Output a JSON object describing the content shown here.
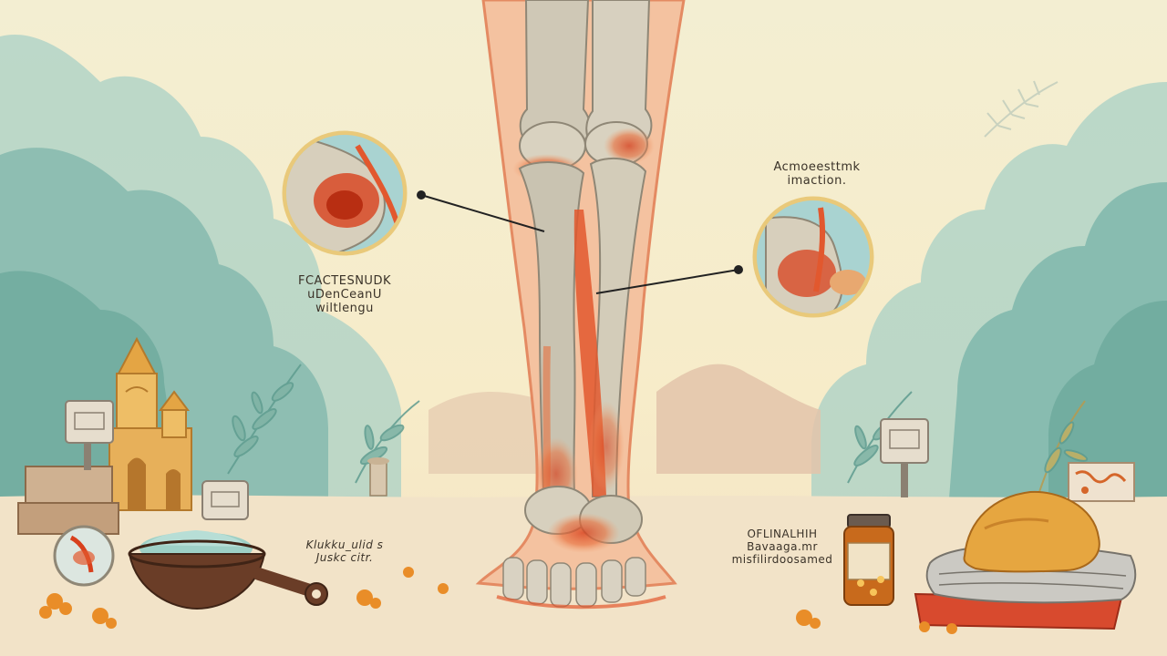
{
  "image": {
    "style": "watercolor medical illustration",
    "palette": {
      "sky": "#f6ecc6",
      "foliage": "#8fc1b8",
      "foliage_dark": "#5f9c93",
      "ground": "#f1e2c6",
      "bone": "#cfc8b6",
      "skin": "#f2b08e",
      "inflammation": "#e2582e",
      "temple": "#e7b05a",
      "bowl": "#6a3d27",
      "bottle": "#c86a1c"
    }
  },
  "labels": {
    "left_callout": [
      "FCACTESNUDK",
      "uDenCeanU",
      "wiltlengu"
    ],
    "right_callout": [
      "Acmoeesttmk",
      "imaction."
    ],
    "bowl_caption": [
      "Klukku_ulid ꜱ",
      "Juskc citr."
    ],
    "bottle_caption": [
      "OFLINALHIH",
      "Bavaaga.mr",
      "misfilirdoosamed"
    ]
  },
  "icons": [
    "temple-icon",
    "signpost-icon",
    "herbal-bowl-icon",
    "medicine-bottle-icon",
    "folded-cloth-icon",
    "bread-loaf-icon",
    "marigold-icon",
    "fern-icon"
  ]
}
